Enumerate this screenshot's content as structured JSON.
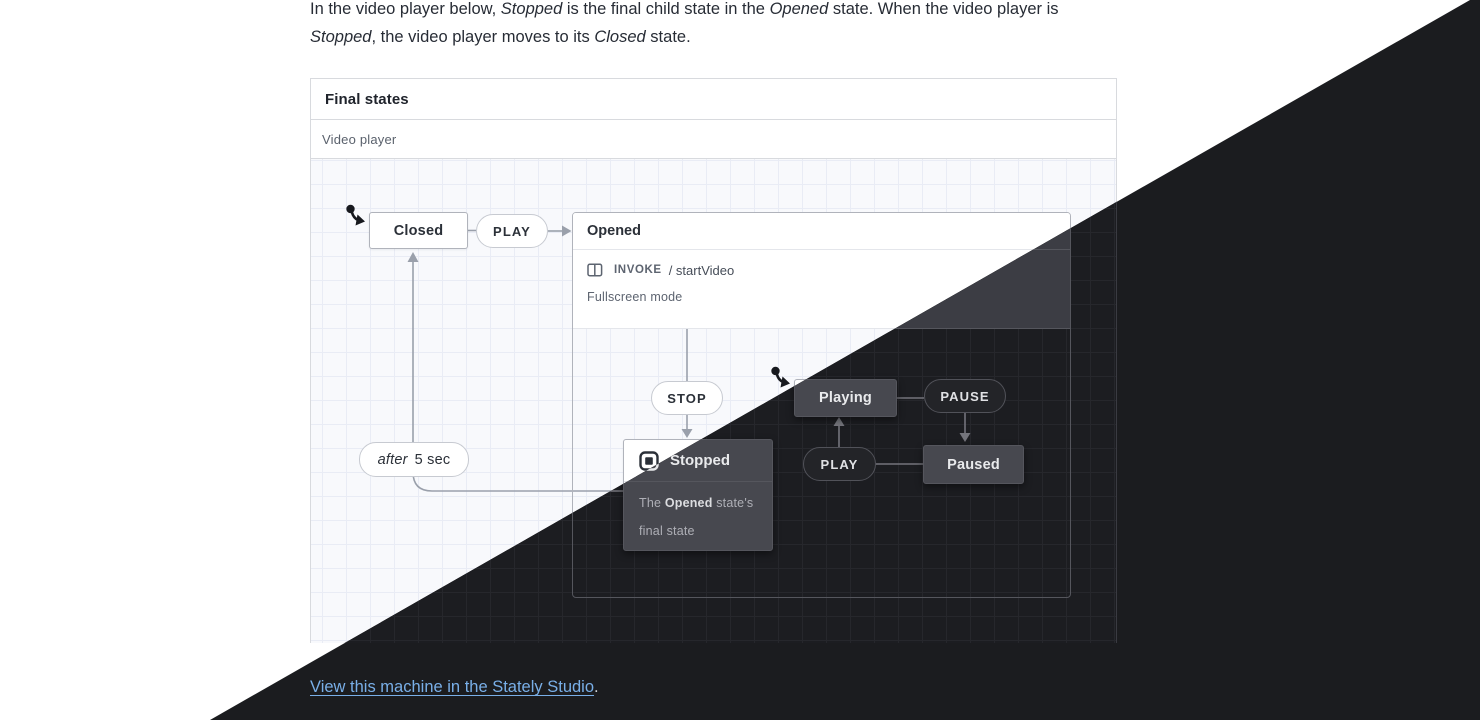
{
  "paragraph": {
    "segments": [
      {
        "t": "In the video player below, "
      },
      {
        "t": "Stopped",
        "i": true
      },
      {
        "t": " is the final child state in the "
      },
      {
        "t": "Opened",
        "i": true
      },
      {
        "t": " state. When the video player is "
      },
      {
        "t": "Stopped",
        "i": true
      },
      {
        "t": ", the video player moves to its "
      },
      {
        "t": "Closed",
        "i": true
      },
      {
        "t": " state."
      }
    ]
  },
  "card": {
    "title": "Final states",
    "subtitle": "Video player"
  },
  "machine": {
    "closed": {
      "label": "Closed"
    },
    "play_top": {
      "label": "PLAY"
    },
    "opened": {
      "label": "Opened",
      "invoke_keyword": "INVOKE",
      "invoke_source": "/ startVideo",
      "description": "Fullscreen mode"
    },
    "stop": {
      "label": "STOP"
    },
    "stopped": {
      "label": "Stopped",
      "desc_line1": [
        {
          "t": "The "
        },
        {
          "t": "Opened",
          "b": true
        },
        {
          "t": " state's"
        }
      ],
      "desc_line2": "final state"
    },
    "playing": {
      "label": "Playing"
    },
    "pause": {
      "label": "PAUSE"
    },
    "paused": {
      "label": "Paused"
    },
    "play_bottom": {
      "label": "PLAY"
    },
    "after": {
      "keyword": "after",
      "delay": "5 sec"
    }
  },
  "footer": {
    "link_text": "View this machine in the Stately Studio",
    "suffix": "."
  },
  "icons": {
    "initial_state": "initial-state-arrow-icon",
    "final_state": "final-state-icon",
    "invoke": "invoke-icon"
  },
  "theme_colors": {
    "light_page": "#ffffff",
    "dark_page": "#1b1c1f",
    "light_canvas": "#f8f9fc",
    "dark_canvas": "#1c1d21",
    "dark_node": "#47484f",
    "link_dark": "#79afe8"
  }
}
